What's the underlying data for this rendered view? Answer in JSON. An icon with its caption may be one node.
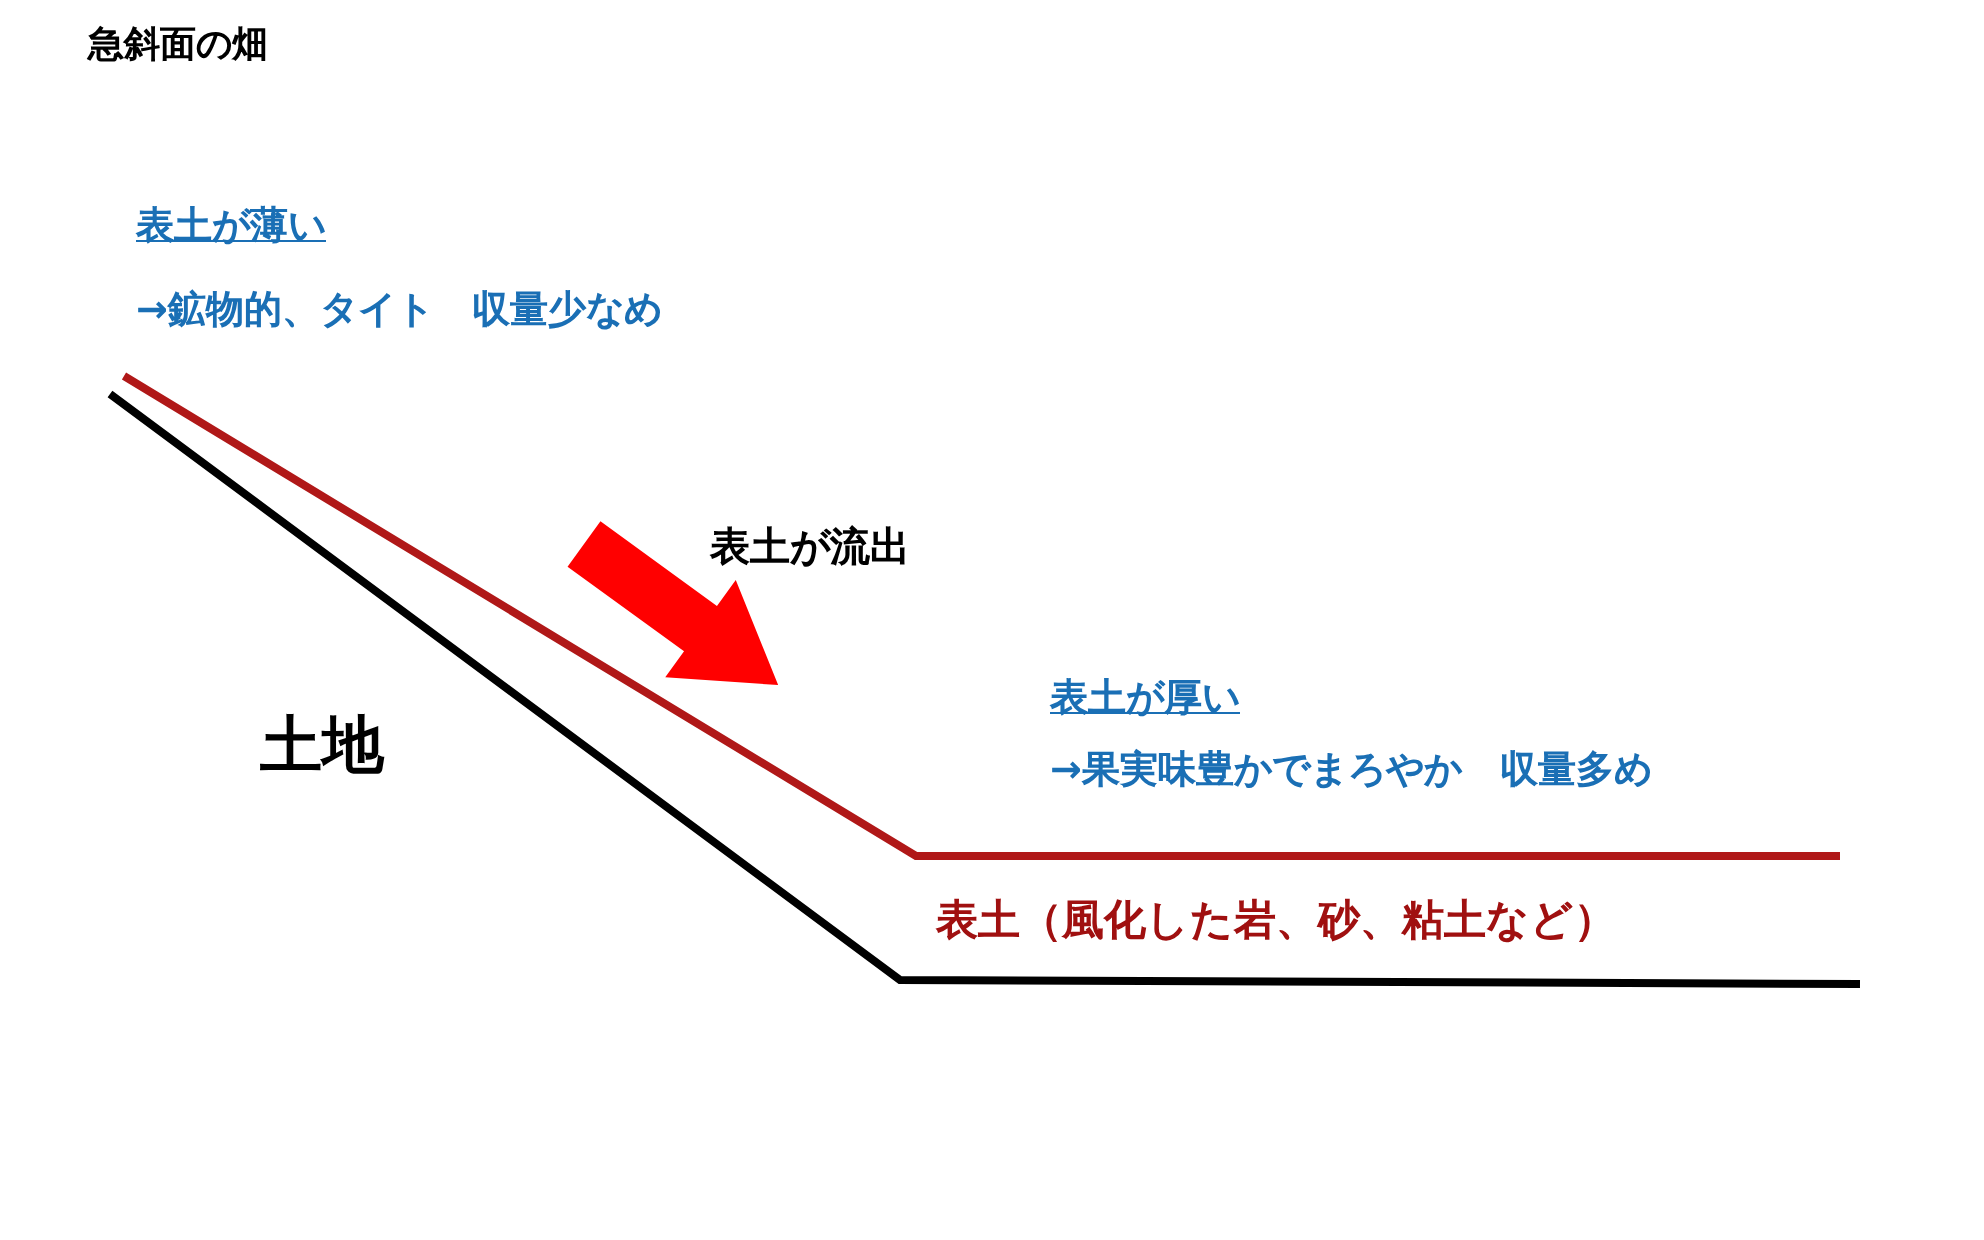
{
  "diagram": {
    "title": "急斜面の畑",
    "labels": [
      "表土が薄い",
      "→鉱物的、タイト　収量少なめ",
      "表土が流出",
      "表土が厚い",
      "土地",
      "→果実味豊かでまろやか　収量多め",
      "表土（風化した岩、砂、粘土など）"
    ]
  }
}
